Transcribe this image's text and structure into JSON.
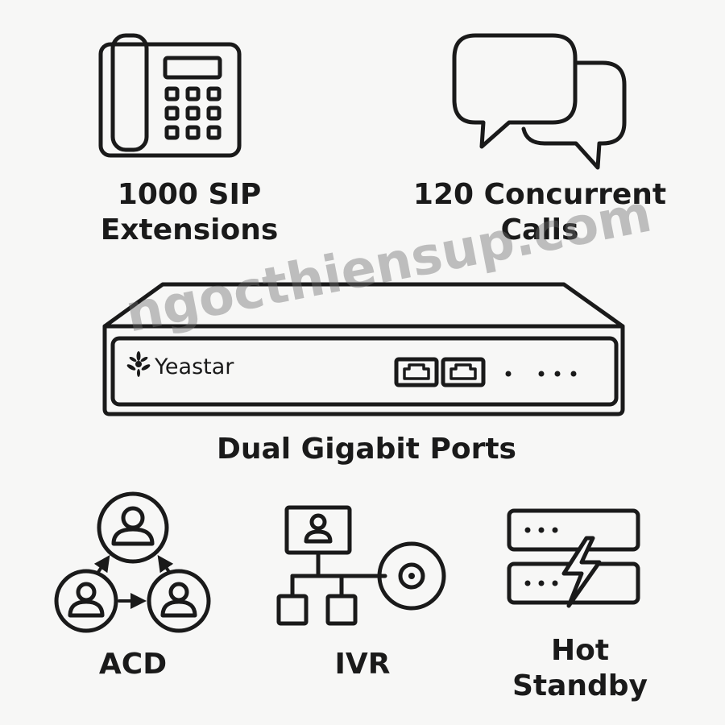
{
  "features": {
    "sip_extensions": {
      "line1": "1000 SIP",
      "line2": "Extensions"
    },
    "concurrent_calls": {
      "line1": "120 Concurrent",
      "line2": "Calls"
    },
    "dual_ports": {
      "label": "Dual Gigabit Ports"
    },
    "acd": {
      "label": "ACD"
    },
    "ivr": {
      "label": "IVR"
    },
    "hot_standby": {
      "line1": "Hot",
      "line2": "Standby"
    }
  },
  "device": {
    "brand": "Yeastar"
  },
  "watermark": "ngocthiensup.com",
  "icons": {
    "sip": "desk-phone-icon",
    "calls": "chat-bubbles-icon",
    "device": "pbx-appliance-icon",
    "acd": "agent-routing-icon",
    "ivr": "ivr-tree-icon",
    "standby": "server-power-icon"
  }
}
